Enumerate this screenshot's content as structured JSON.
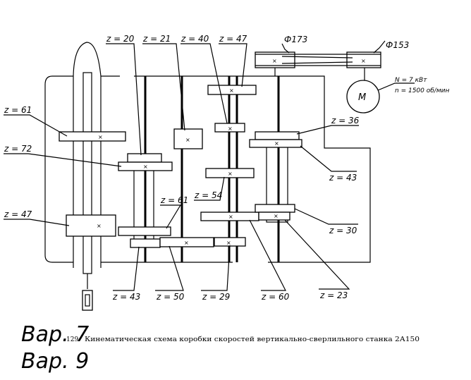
{
  "gears": {
    "z61_left": "z = 61",
    "z72": "z = 72",
    "z47_left": "z = 47",
    "z20": "z = 20",
    "z21": "z = 21",
    "z40": "z = 40",
    "z47_top": "z = 47",
    "z61_mid": "z = 61",
    "z54": "z = 54",
    "z36": "z = 36",
    "z43_right": "z = 43",
    "z30": "z = 30",
    "z43_bottom": "z = 43",
    "z50": "z = 50",
    "z29": "z = 29",
    "z60": "z = 60",
    "z23": "z = 23"
  },
  "pulleys": {
    "d173": "Ф173",
    "d153": "Ф153"
  },
  "motor": {
    "symbol": "M",
    "power": "N = 7 кВт",
    "speed": "n = 1500 об/мин"
  },
  "caption": {
    "number": "129.",
    "text": "Кинематическая схема коробки скоростей вертикально-сверлильного станка 2А150"
  },
  "handwriting": {
    "line1": "Вар. 7",
    "line2": "Вар. 9"
  }
}
